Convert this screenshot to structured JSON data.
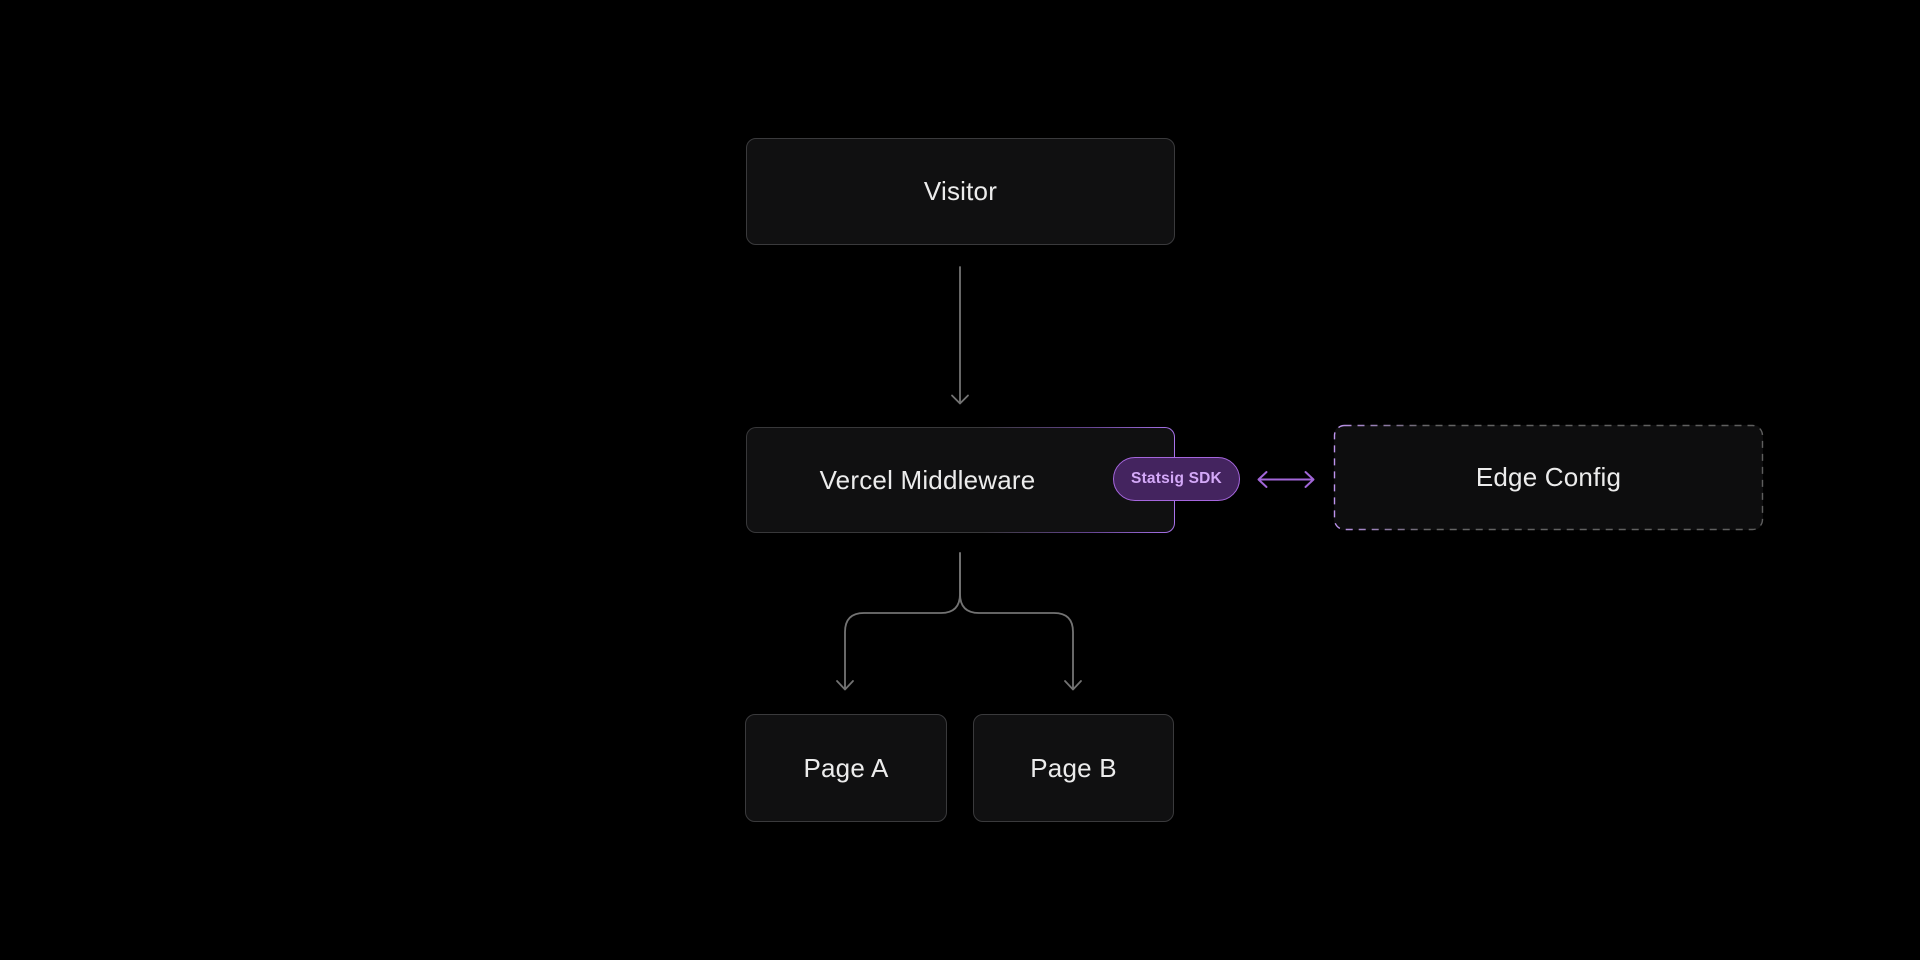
{
  "diagram": {
    "nodes": {
      "visitor": {
        "label": "Visitor"
      },
      "middleware": {
        "label": "Vercel Middleware"
      },
      "sdk_badge": {
        "label": "Statsig SDK"
      },
      "edge_config": {
        "label": "Edge Config"
      },
      "page_a": {
        "label": "Page A"
      },
      "page_b": {
        "label": "Page B"
      }
    },
    "edges": [
      {
        "from": "visitor",
        "to": "middleware",
        "style": "arrow-down",
        "color": "gray"
      },
      {
        "from": "middleware",
        "to": "page_a",
        "style": "branch-arrow",
        "color": "gray"
      },
      {
        "from": "middleware",
        "to": "page_b",
        "style": "branch-arrow",
        "color": "gray"
      },
      {
        "from": "sdk_badge",
        "to": "edge_config",
        "style": "bidirectional",
        "color": "purple"
      }
    ],
    "colors": {
      "background": "#000000",
      "node_fill": "#101011",
      "node_border": "#3a3a3c",
      "node_text": "#ececec",
      "accent_purple": "#a873ea",
      "badge_fill": "#44245f",
      "badge_border": "#a566dd",
      "badge_text": "#d4a9f8",
      "connector_gray": "#737373"
    }
  }
}
